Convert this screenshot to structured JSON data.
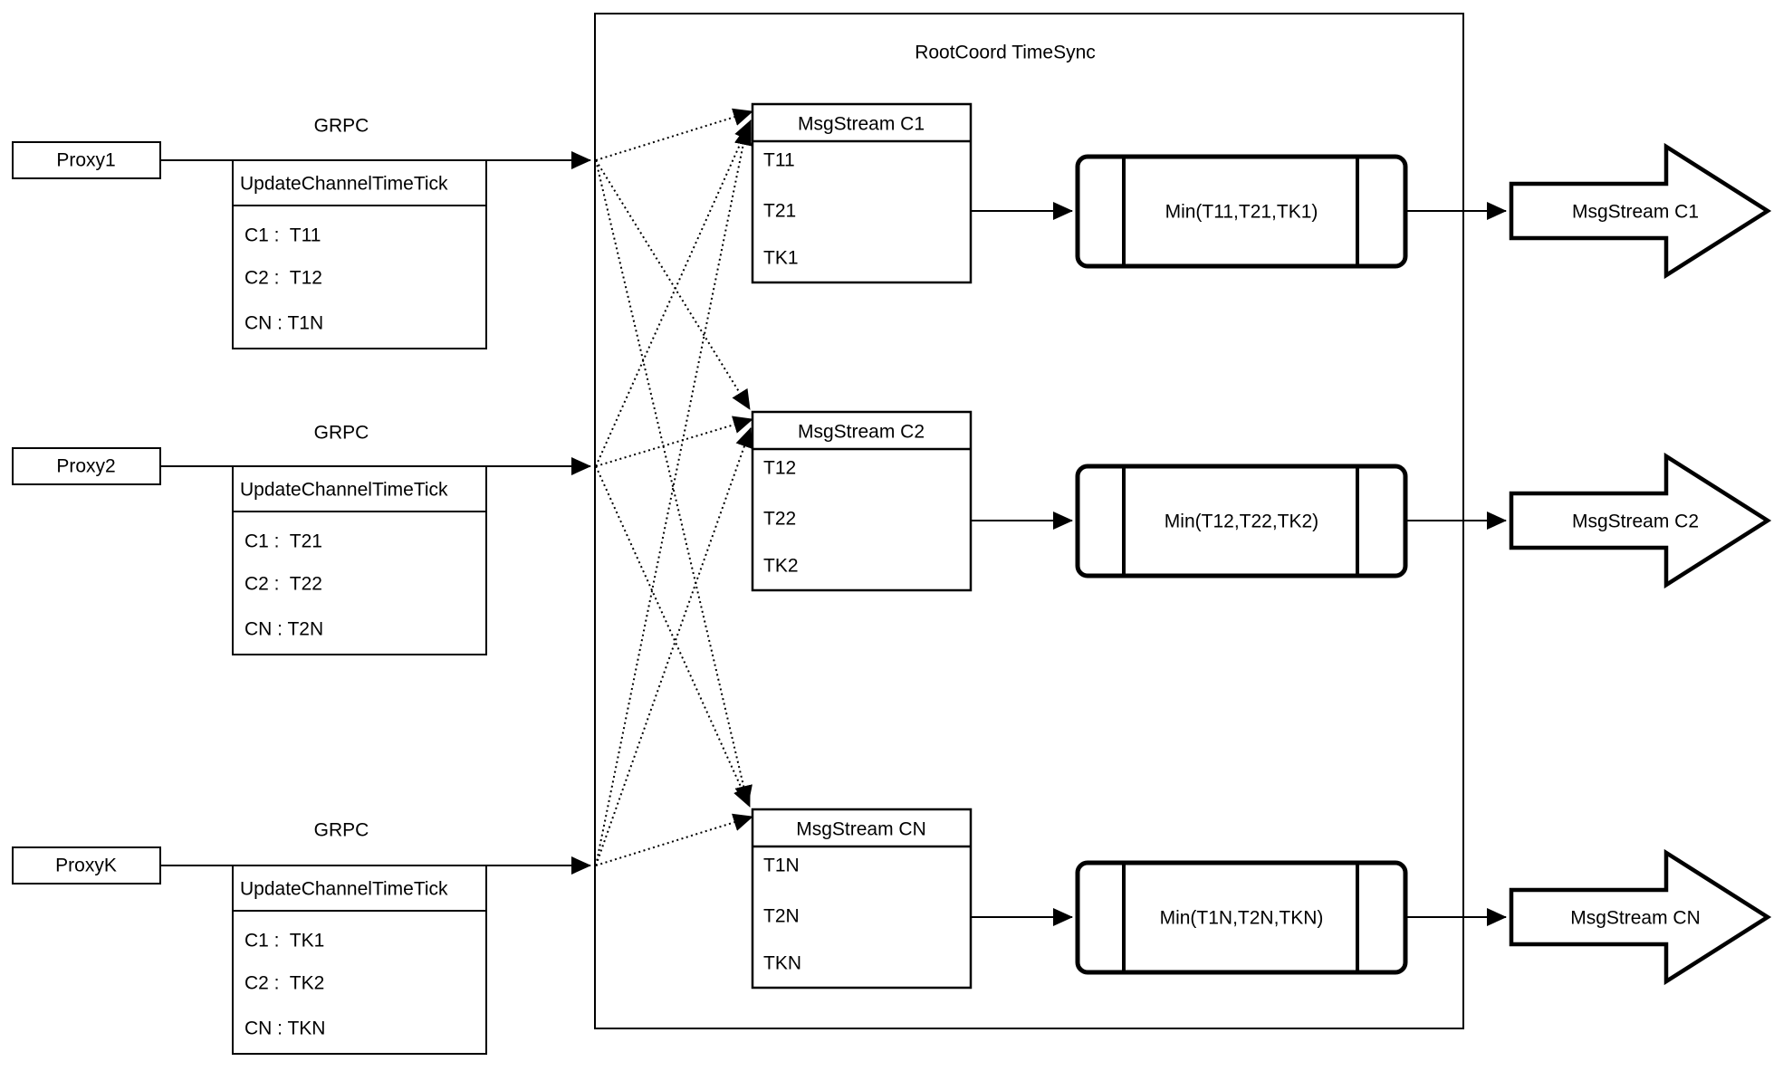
{
  "diagram": {
    "container_title": "RootCoord TimeSync",
    "colors": {
      "stroke": "#000000",
      "background": "#ffffff",
      "fill": "#ffffff"
    },
    "rows": [
      {
        "proxy_label": "Proxy1",
        "grpc_label": "GRPC",
        "update_table": {
          "header": "UpdateChannelTimeTick",
          "entries": [
            "C1 :  T11",
            "C2 :  T12",
            "CN : T1N"
          ]
        },
        "msgstream_table": {
          "header": "MsgStream C1",
          "entries": [
            "T11",
            "T21",
            "TK1"
          ]
        },
        "min_label": "Min(T11,T21,TK1)",
        "output_arrow_label": "MsgStream C1"
      },
      {
        "proxy_label": "Proxy2",
        "grpc_label": "GRPC",
        "update_table": {
          "header": "UpdateChannelTimeTick",
          "entries": [
            "C1 :  T21",
            "C2 :  T22",
            "CN : T2N"
          ]
        },
        "msgstream_table": {
          "header": "MsgStream C2",
          "entries": [
            "T12",
            "T22",
            "TK2"
          ]
        },
        "min_label": "Min(T12,T22,TK2)",
        "output_arrow_label": "MsgStream C2"
      },
      {
        "proxy_label": "ProxyK",
        "grpc_label": "GRPC",
        "update_table": {
          "header": "UpdateChannelTimeTick",
          "entries": [
            "C1 :  TK1",
            "C2 :  TK2",
            "CN : TKN"
          ]
        },
        "msgstream_table": {
          "header": "MsgStream CN",
          "entries": [
            "T1N",
            "T2N",
            "TKN"
          ]
        },
        "min_label": "Min(T1N,T2N,TKN)",
        "output_arrow_label": "MsgStream CN"
      }
    ]
  }
}
